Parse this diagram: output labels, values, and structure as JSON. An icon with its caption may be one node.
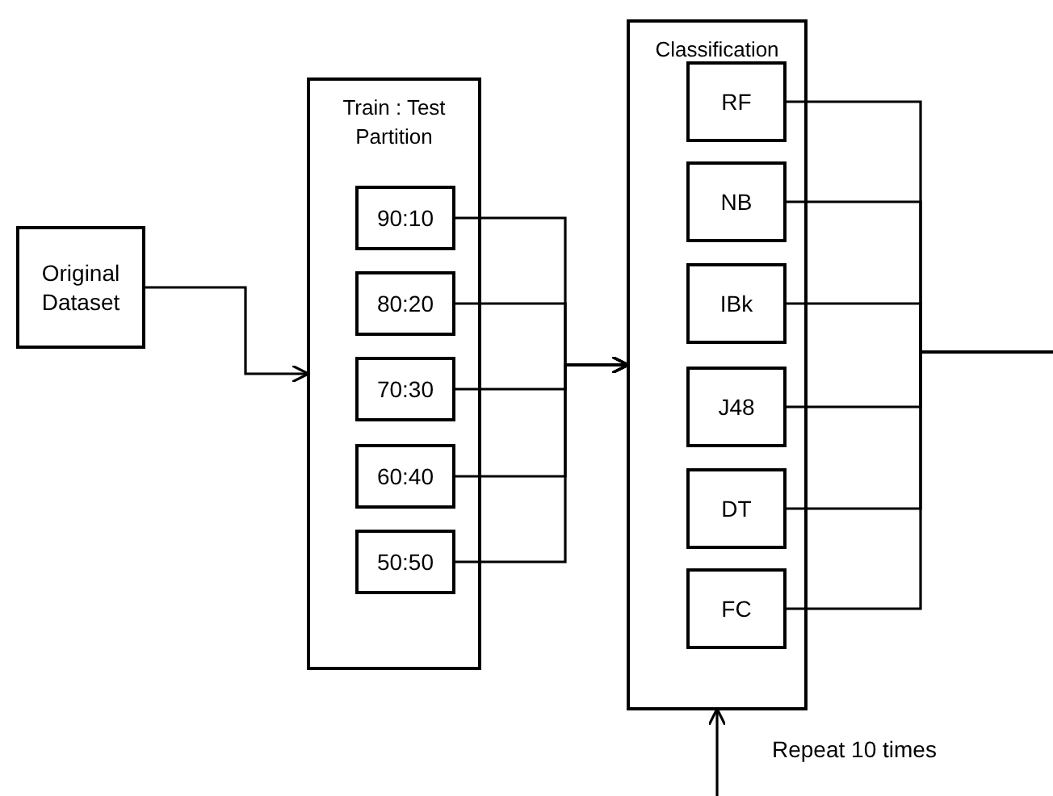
{
  "diagram": {
    "nodes": [
      {
        "text": [
          "Original Dataset"
        ]
      },
      {
        "text": [
          "Train : Test Partition"
        ]
      },
      {
        "text": [
          "90:10"
        ],
        "in": 1
      },
      {
        "text": [
          "80:20"
        ],
        "in": 1
      },
      {
        "text": [
          "70:30"
        ],
        "in": 1
      },
      {
        "text": [
          "60:40"
        ],
        "in": 1
      },
      {
        "text": [
          "50:50"
        ],
        "in": 1
      },
      {
        "text": [
          "Classification"
        ]
      },
      {
        "text": [
          "RF"
        ],
        "in": 7
      },
      {
        "text": [
          "NB"
        ],
        "in": 7
      },
      {
        "text": [
          "IBk"
        ],
        "in": 7
      },
      {
        "text": [
          "J48"
        ],
        "in": 7
      },
      {
        "text": [
          "DT"
        ],
        "in": 7
      },
      {
        "text": [
          "FC"
        ],
        "in": 7
      }
    ],
    "edges": [
      {
        "from": 0,
        "to": 1,
        "arrow": "to"
      },
      {
        "from": 2,
        "to": 7,
        "arrow": "to"
      },
      {
        "from": 3,
        "to": 7,
        "arrow": "to"
      },
      {
        "from": 4,
        "to": 7,
        "arrow": "to"
      },
      {
        "from": 5,
        "to": 7,
        "arrow": "to"
      },
      {
        "from": 6,
        "to": 7,
        "arrow": "to"
      },
      {
        "from": 8,
        "to": null,
        "arrow": "none"
      },
      {
        "from": 9,
        "to": null,
        "arrow": "none"
      },
      {
        "from": 10,
        "to": null,
        "arrow": "none"
      },
      {
        "from": 11,
        "to": null,
        "arrow": "none"
      },
      {
        "from": 12,
        "to": null,
        "arrow": "none"
      },
      {
        "from": 13,
        "to": null,
        "arrow": "none"
      },
      {
        "from": null,
        "to": 7,
        "arrow": "to"
      }
    ],
    "labels": [
      "Repeat 10 times"
    ]
  }
}
